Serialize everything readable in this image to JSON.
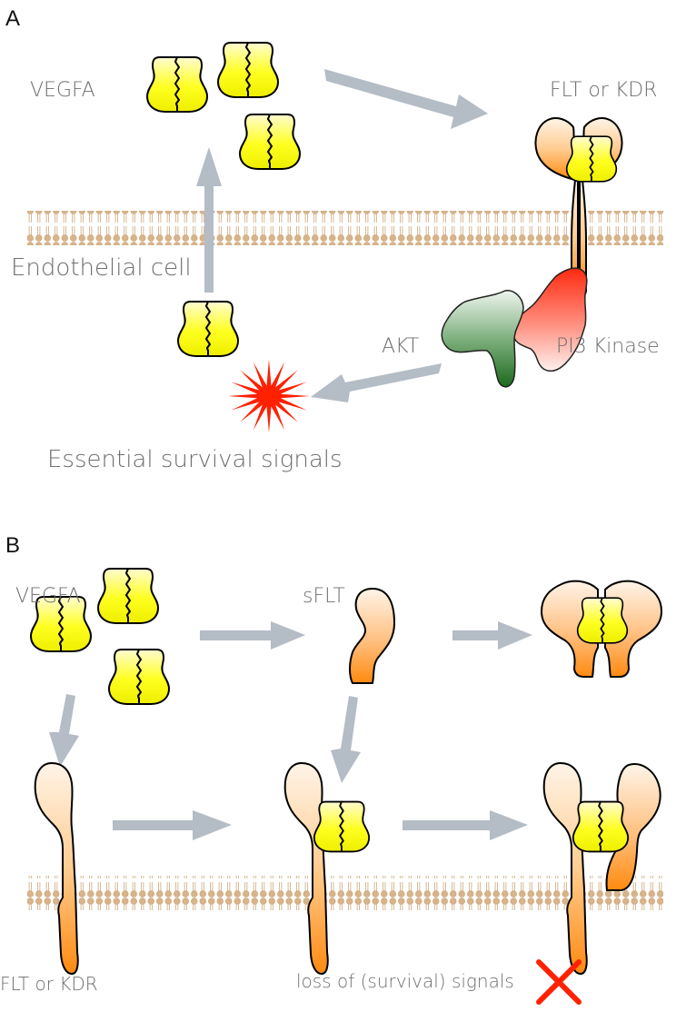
{
  "panels": {
    "a": "A",
    "b": "B"
  },
  "labels": {
    "vegfa_top": "VEGFA",
    "receptor_top": "FLT or KDR",
    "endothelial": "Endothelial cell",
    "akt": "AKT",
    "pi3k": "PI3 Kinase",
    "survival": "Essential survival signals",
    "vegfa_bottom": "VEGFA",
    "sflt": "sFLT",
    "receptor_bottom": "FLT or KDR",
    "loss": "loss of (survival) signals"
  },
  "colors": {
    "ligand_fill": "#ffff00",
    "receptor_light": "#fff4e6",
    "receptor_dark": "#ff8c10",
    "akt_fill": "#2f7a2f",
    "pi3k_fill": "#ff3020",
    "arrow": "#b4bcc6",
    "membrane": "#d6b48c",
    "starburst": "#ff2000",
    "cross": "#ff2200"
  },
  "icons": {
    "starburst": "starburst-icon",
    "cross": "cross-icon"
  }
}
